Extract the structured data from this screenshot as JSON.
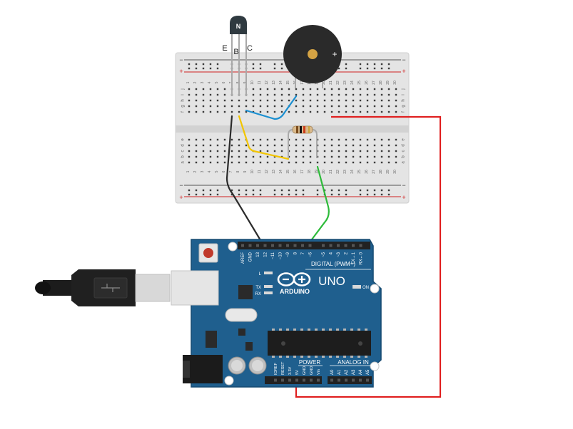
{
  "transistor": {
    "type_letter": "N",
    "pin_e": "E",
    "pin_b": "B",
    "pin_c": "C"
  },
  "buzzer": {
    "polarity": "+"
  },
  "breadboard": {
    "rail_plus": "+",
    "rail_minus": "−",
    "rows_top": [
      "j",
      "i",
      "h",
      "g",
      "f"
    ],
    "rows_bottom": [
      "e",
      "d",
      "c",
      "b",
      "a"
    ],
    "columns": [
      "1",
      "2",
      "3",
      "4",
      "5",
      "6",
      "7",
      "8",
      "9",
      "10",
      "11",
      "12",
      "13",
      "14",
      "15",
      "16",
      "17",
      "18",
      "19",
      "20",
      "21",
      "22",
      "23",
      "24",
      "25",
      "26",
      "27",
      "28",
      "29",
      "30"
    ]
  },
  "arduino": {
    "brand": "ARDUINO",
    "model": "UNO",
    "digital_header": "DIGITAL (PWM~)",
    "power_header": "POWER",
    "analog_header": "ANALOG IN",
    "on_label": "ON",
    "led_l": "L",
    "led_tx": "TX",
    "led_rx": "RX",
    "digital_pins": [
      "AREF",
      "GND",
      "13",
      "12",
      "~11",
      "~10",
      "~9",
      "8",
      "7",
      "~6",
      "~5",
      "4",
      "~3",
      "2",
      "TX→1",
      "RX←0"
    ],
    "power_pins": [
      "IOREF",
      "RESET",
      "3.3V",
      "5V",
      "GND",
      "GND",
      "Vin"
    ],
    "analog_pins": [
      "A0",
      "A1",
      "A2",
      "A3",
      "A4",
      "A5"
    ]
  },
  "colors": {
    "board_blue": "#1f5f8e",
    "wire_black": "#2b2b2b",
    "wire_blue": "#1a8fd0",
    "wire_yellow": "#f2c500",
    "wire_green": "#2dbb3a",
    "wire_red": "#e02020"
  }
}
